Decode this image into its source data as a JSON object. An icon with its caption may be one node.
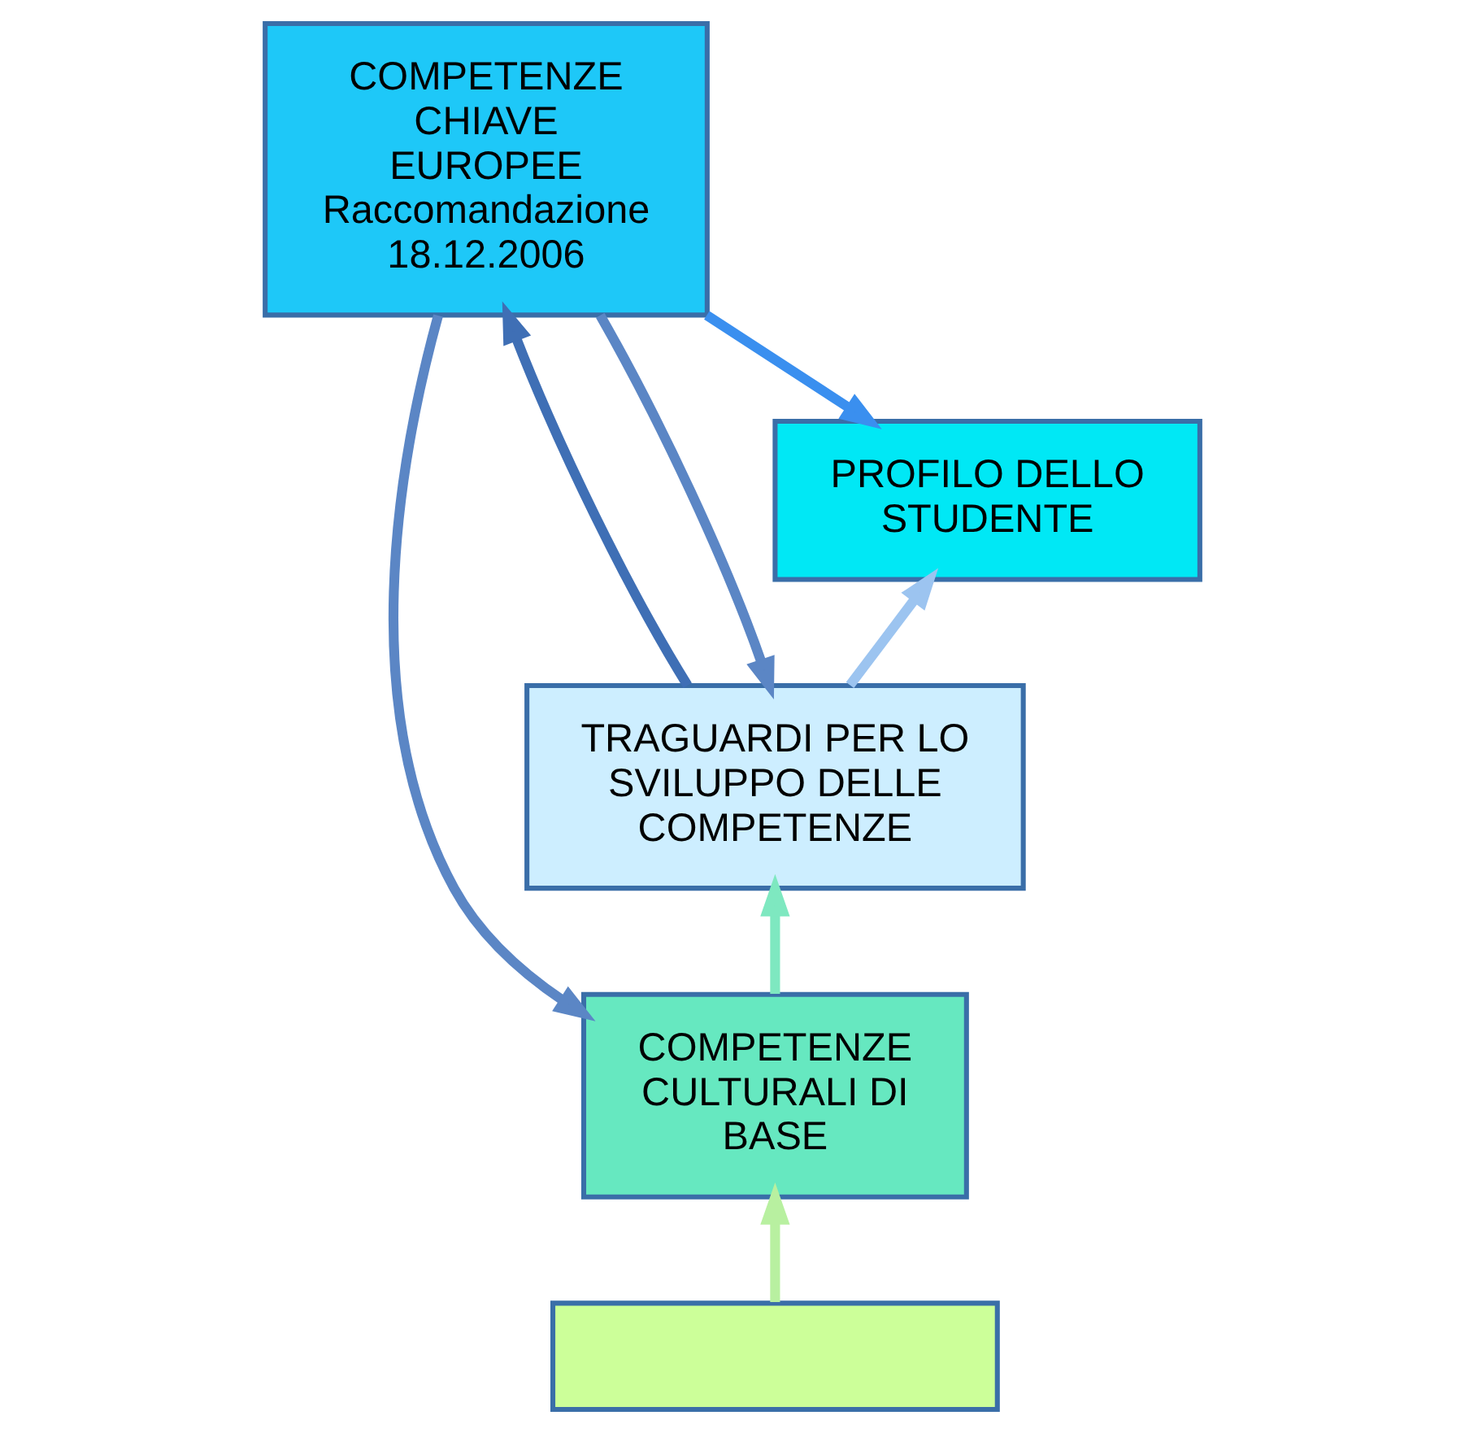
{
  "diagram": {
    "nodes": [
      {
        "text": [
          "COMPETENZE CHIAVE EUROPEE",
          "Raccomandazione 18.12.2006"
        ]
      },
      {
        "text": [
          "PROFILO DELLO STUDENTE"
        ]
      },
      {
        "text": [
          "TRAGUARDI PER LO SVILUPPO DELLE COMPETENZE"
        ]
      },
      {
        "text": [
          "COMPETENZE CULTURALI DI BASE"
        ]
      },
      {
        "text": [],
        "shape": "box"
      }
    ],
    "edges": [
      {
        "from": 0,
        "to": 1,
        "arrow": "to",
        "color": "#3a8fef"
      },
      {
        "from": 2,
        "to": 1,
        "arrow": "to",
        "color": "#9cc4f0"
      },
      {
        "from": 3,
        "to": 2,
        "arrow": "to",
        "color": "#7ee8c0"
      },
      {
        "from": 4,
        "to": 3,
        "arrow": "to",
        "color": "#b8f0a0"
      },
      {
        "from": 2,
        "to": 0,
        "arrow": "to",
        "color": "#3f6fb5"
      },
      {
        "from": 0,
        "to": 2,
        "arrow": "to"
      },
      {
        "from": 0,
        "to": 3,
        "arrow": "to"
      }
    ]
  }
}
